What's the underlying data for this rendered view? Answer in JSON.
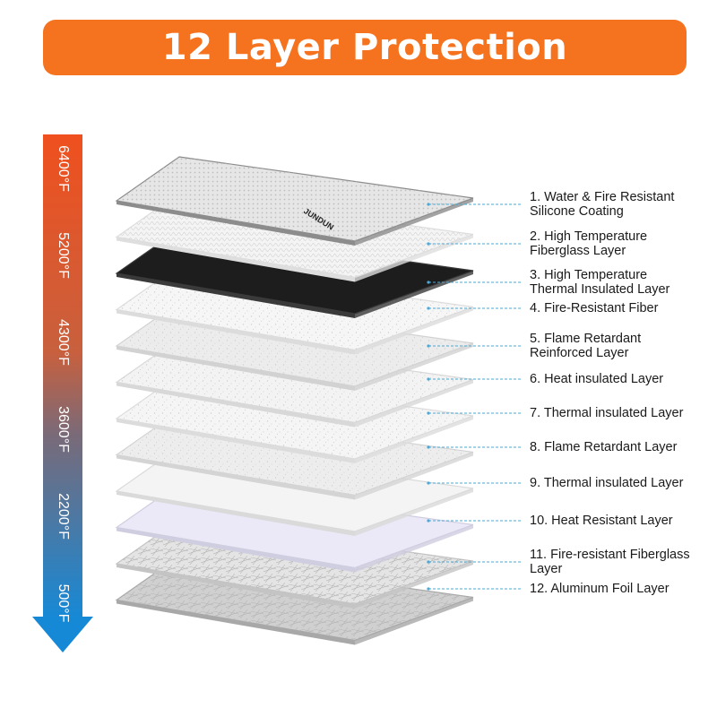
{
  "title": "12 Layer Protection",
  "colors": {
    "banner": "#f5731e",
    "arrow_top": "#f0501e",
    "arrow_bottom": "#1689d6",
    "leader": "#4aa9d6"
  },
  "brand_mark": "JUNDUN",
  "temperatures": [
    "6400°F",
    "5200°F",
    "4300°F",
    "3600°F",
    "2200°F",
    "500°F"
  ],
  "layers": [
    {
      "lines": [
        "1. Water & Fire Resistant",
        "Silicone Coating"
      ],
      "fill": "#e6e6e6",
      "edge": "#8c8c8c",
      "texture": "dots"
    },
    {
      "lines": [
        "2. High Temperature",
        "Fiberglass Layer"
      ],
      "fill": "#f4f4f4",
      "edge": "#dedede",
      "texture": "weave"
    },
    {
      "lines": [
        "3. High Temperature",
        "Thermal Insulated Layer"
      ],
      "fill": "#1d1d1d",
      "edge": "#3a3a3a",
      "texture": "none"
    },
    {
      "lines": [
        "4. Fire-Resistant Fiber"
      ],
      "fill": "#f6f6f6",
      "edge": "#dcdcdc",
      "texture": "speckle"
    },
    {
      "lines": [
        "5. Flame Retardant",
        "Reinforced Layer"
      ],
      "fill": "#ececec",
      "edge": "#d2d2d2",
      "texture": "speckle"
    },
    {
      "lines": [
        "6. Heat insulated Layer"
      ],
      "fill": "#f3f3f3",
      "edge": "#d8d8d8",
      "texture": "speckle"
    },
    {
      "lines": [
        "7. Thermal insulated Layer"
      ],
      "fill": "#f5f5f5",
      "edge": "#dcdcdc",
      "texture": "speckle"
    },
    {
      "lines": [
        "8. Flame Retardant Layer"
      ],
      "fill": "#ededed",
      "edge": "#d4d4d4",
      "texture": "speckle"
    },
    {
      "lines": [
        "9. Thermal insulated Layer"
      ],
      "fill": "#f4f4f4",
      "edge": "#dadada",
      "texture": "none"
    },
    {
      "lines": [
        "10. Heat Resistant Layer"
      ],
      "fill": "#ebe9f7",
      "edge": "#cfcde0",
      "texture": "none"
    },
    {
      "lines": [
        "11. Fire-resistant Fiberglass",
        "Layer"
      ],
      "fill": "#e4e4e4",
      "edge": "#c4c4c4",
      "texture": "fiber"
    },
    {
      "lines": [
        "12. Aluminum Foil Layer"
      ],
      "fill": "#d0d0d0",
      "edge": "#a8a8a8",
      "texture": "fiber"
    }
  ]
}
